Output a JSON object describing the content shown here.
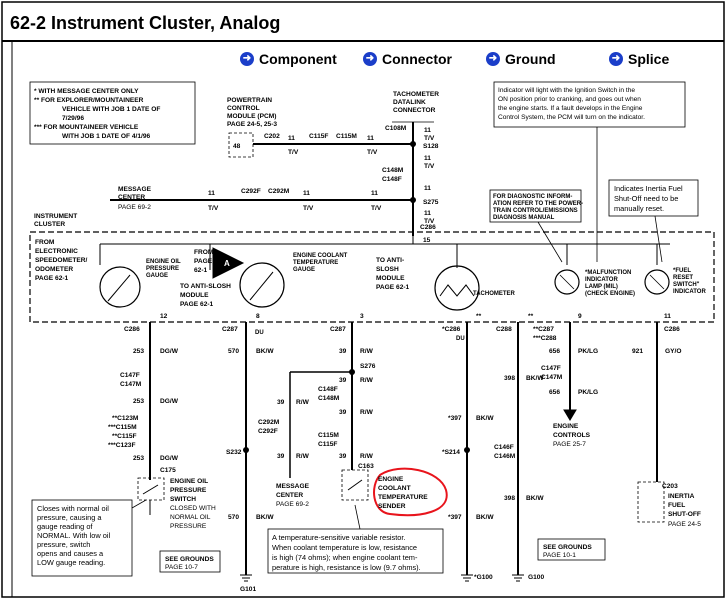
{
  "header": {
    "title": "62-2 Instrument Cluster, Analog"
  },
  "nav": {
    "component": "Component",
    "connector": "Connector",
    "ground": "Ground",
    "splice": "Splice"
  },
  "notes": {
    "l1": "*     WITH MESSAGE CENTER ONLY",
    "l2": "**    FOR  EXPLORER/MOUNTAINEER",
    "l3": "VEHICLE WITH JOB 1 DATE OF",
    "l4": "7/29/96",
    "l5": "***  FOR MOUNTAINEER VEHICLE",
    "l6": "WITH JOB 1 DATE OF 4/1/96"
  },
  "pcm": {
    "l1": "POWERTRAIN",
    "l2": "CONTROL",
    "l3": "MODULE (PCM)",
    "l4": "PAGE 24-5, 25-3",
    "pin": "48"
  },
  "dlc": {
    "l1": "TACHOMETER",
    "l2": "DATALINK",
    "l3": "CONNECTOR"
  },
  "msgcenter_top": {
    "l1": "MESSAGE",
    "l2": "CENTER",
    "l3": "PAGE 69-2"
  },
  "mil_note": {
    "l1": "Indicator will light with the Ignition Switch in the",
    "l2": "ON position prior to cranking, and goes out when",
    "l3": "the engine starts. If a fault develops in the Engine",
    "l4": "Control System, the PCM will turn on the indicator."
  },
  "diag_note": {
    "l1": "FOR DIAGNOSTIC INFORM-",
    "l2": "ATION REFER TO THE POWER-",
    "l3": "TRAIN CONTROL/EMISSIONS",
    "l4": "DIAGNOSIS MANUAL"
  },
  "inertia_note": {
    "l1": "Indicates Inertia Fuel",
    "l2": "Shut-Off need to be",
    "l3": "manually reset."
  },
  "cluster": {
    "label1": "INSTRUMENT",
    "label2": "CLUSTER",
    "from1": "FROM",
    "from2": "ELECTRONIC",
    "from3": "SPEEDOMETER/",
    "from4": "ODOMETER",
    "from5": "PAGE 62-1",
    "oilgauge1": "ENGINE OIL",
    "oilgauge2": "PRESSURE",
    "oilgauge3": "GAUGE",
    "anti1": "TO  ANTI-SLOSH",
    "anti2": "MODULE",
    "anti3": "PAGE 62-1",
    "fromA1": "FROM",
    "fromA2": "PAGE",
    "fromA3": "62-1",
    "A": "A",
    "tempgauge1": "ENGINE COOLANT",
    "tempgauge2": "TEMPERATURE",
    "tempgauge3": "GAUGE",
    "anti2_1": "TO  ANTI-",
    "anti2_2": "SLOSH",
    "anti2_3": "MODULE",
    "anti2_4": "PAGE 62-1",
    "tach": "TACHOMETER",
    "mil1": "*MALFUNCTION",
    "mil2": "INDICATOR",
    "mil3": "LAMP (MIL)",
    "mil4": "(CHECK ENGINE)",
    "fuel1": "*FUEL",
    "fuel2": "RESET",
    "fuel3": "SWITCH\"",
    "fuel4": "INDICATOR"
  },
  "wires": {
    "c202": "C202",
    "c115f": "C115F",
    "c115m": "C115M",
    "c108m": "C108M",
    "s128": "S128",
    "c148m": "C148M",
    "c148f": "C148F",
    "c292f": "C292F",
    "c292m": "C292M",
    "s275": "S275",
    "c286": "C286",
    "n11": "11",
    "tv": "T/V",
    "n15": "15"
  },
  "bottom": {
    "c286": "C286",
    "c287": "C287",
    "n12": "12",
    "n8": "8",
    "n3": "3",
    "n9": "9",
    "n11": "11",
    "w253": "253",
    "dgw": "DG/W",
    "w570": "570",
    "bkw": "BK/W",
    "w39": "39",
    "rw": "R/W",
    "c147f": "C147F",
    "c147m": "C147M",
    "c123m": "**C123M",
    "c115m": "***C115M",
    "c115f": "**C115F",
    "c123f": "***C123F",
    "c175": "C175",
    "s276": "S276",
    "c148f": "C148F",
    "c148m": "C148M",
    "c292m": "C292M",
    "c292f": "C292F",
    "s232": "S232",
    "c115m2": "C115M",
    "c115f2": "C115F",
    "c163": "C163",
    "oilsw1": "ENGINE OIL",
    "oilsw2": "PRESSURE",
    "oilsw3": "SWITCH",
    "oilsw4": "CLOSED WITH",
    "oilsw5": "NORMAL OIL",
    "oilsw6": "PRESSURE",
    "msg1": "MESSAGE",
    "msg2": "CENTER",
    "msg3": "PAGE  69-2",
    "ect1": "ENGINE",
    "ect2": "COOLANT",
    "ect3": "TEMPERATURE",
    "ect4": "SENDER",
    "c286b": "*C286",
    "s214": "*S214",
    "w397": "*397",
    "w397b": "*397",
    "w397c": "397",
    "c288": "C288",
    "w398": "398",
    "w398b": "398",
    "w398c": "398",
    "c146f": "C146F",
    "c146m": "C146M",
    "c287b": "**C287",
    "c288b": "***C288",
    "w656": "656",
    "pklg": "PK/LG",
    "eng1": "ENGINE",
    "eng2": "CONTROLS",
    "eng3": "PAGE  25-7",
    "w921": "921",
    "gyo": "GY/O",
    "c203": "C203",
    "inertia1": "INERTIA",
    "inertia2": "FUEL",
    "inertia3": "SHUT-OFF",
    "inertia4": "PAGE  24-5",
    "g101": "G101",
    "g100": "G100",
    "g100b": "*G100",
    "sg1": "SEE  GROUNDS",
    "sg2": "PAGE  10-7",
    "sg3": "SEE  GROUNDS",
    "sg4": "PAGE  10-1",
    "du": "DU",
    "dbl": "**"
  },
  "oil_note": {
    "l1": "Closes with normal oil",
    "l2": "pressure,  causing  a",
    "l3": "gauge    reading    of",
    "l4": "NORMAL.  With low oil",
    "l5": "pressure,            switch",
    "l6": "opens  and  causes  a",
    "l7": "LOW gauge reading."
  },
  "temp_note": {
    "l1": "A  temperature-sensitive  variable  resistor.",
    "l2": "When coolant temperature is low, resistance",
    "l3": "is high (74 ohms); when engine coolant tem-",
    "l4": "perature is high, resistance is low (9.7 ohms)."
  },
  "colors": {
    "accent": "#1b3ec9",
    "highlight": "#e8141c"
  }
}
